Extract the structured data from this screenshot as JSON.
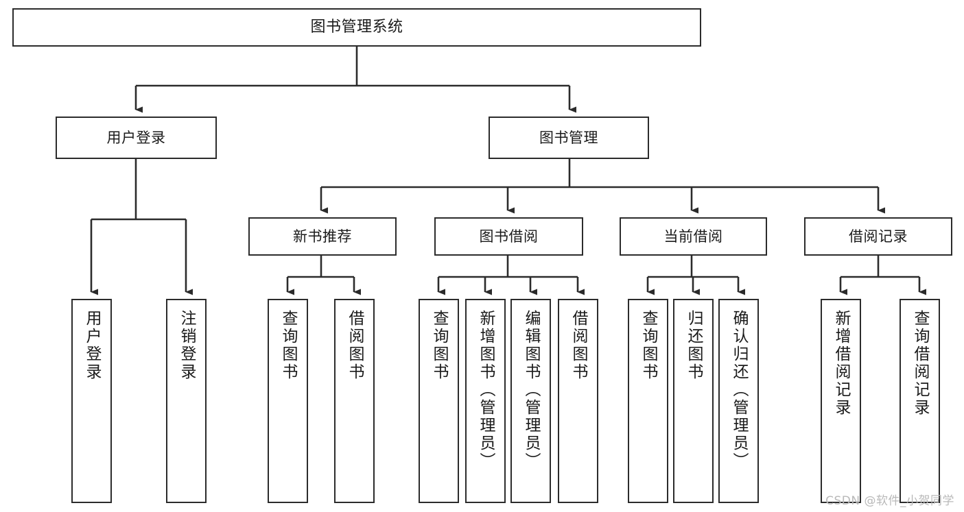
{
  "diagram": {
    "title": "图书管理系统",
    "type": "tree-hierarchy-chart",
    "watermark": "CSDN @软件_小贺同学",
    "colors": {
      "box_border": "#2b2b2b",
      "box_fill": "#ffffff",
      "edge": "#2b2b2b",
      "text": "#1a1a1a",
      "watermark": "#b9b9b9",
      "background": "#ffffff"
    },
    "levels": {
      "root": {
        "label": "图书管理系统"
      },
      "level2": [
        {
          "label": "用户登录"
        },
        {
          "label": "图书管理"
        }
      ],
      "level3": [
        {
          "label": "新书推荐"
        },
        {
          "label": "图书借阅"
        },
        {
          "label": "当前借阅"
        },
        {
          "label": "借阅记录"
        }
      ],
      "leaves": {
        "user_login": [
          {
            "label": "用户登录"
          },
          {
            "label": "注销登录"
          }
        ],
        "new_book_recommend": [
          {
            "label": "查询图书"
          },
          {
            "label": "借阅图书"
          }
        ],
        "book_borrow": [
          {
            "label": "查询图书"
          },
          {
            "label": "新增图书（管理员）"
          },
          {
            "label": "编辑图书（管理员）"
          },
          {
            "label": "借阅图书"
          }
        ],
        "current_borrow": [
          {
            "label": "查询图书"
          },
          {
            "label": "归还图书"
          },
          {
            "label": "确认归还（管理员）"
          }
        ],
        "borrow_record": [
          {
            "label": "新增借阅记录"
          },
          {
            "label": "查询借阅记录"
          }
        ]
      }
    }
  }
}
